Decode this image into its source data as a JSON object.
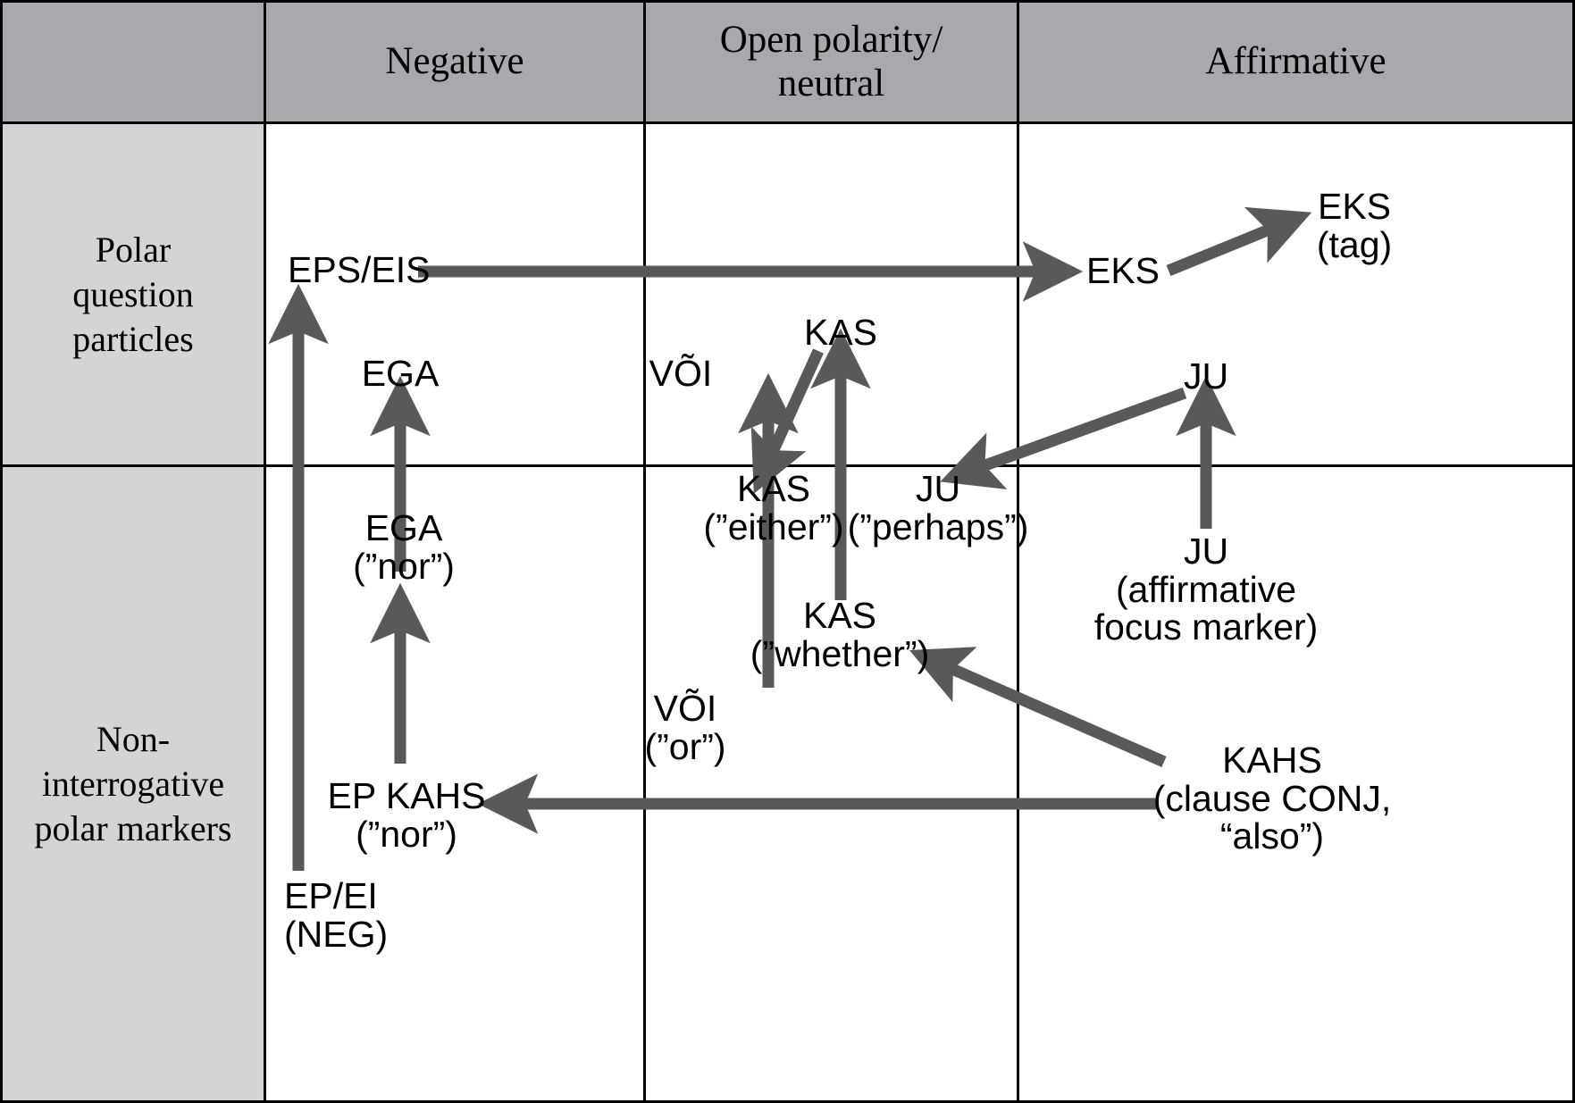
{
  "table": {
    "columns": [
      {
        "id": "stub",
        "label": ""
      },
      {
        "id": "neg",
        "label": "Negative"
      },
      {
        "id": "open",
        "label": "Open polarity/\nneutral"
      },
      {
        "id": "aff",
        "label": "Affirmative"
      }
    ],
    "rows": [
      {
        "id": "polar-question-particles",
        "label": "Polar\nquestion\nparticles"
      },
      {
        "id": "non-interrogative-polar-markers",
        "label": "Non-\ninterrogative\npolar markers"
      }
    ]
  },
  "colors": {
    "header_fill": "#a7a9ac",
    "stub_fill": "#d3d4d6",
    "cell_fill": "#ffffff",
    "border": "#000000",
    "arrow": "#58595b"
  },
  "nodes": [
    {
      "id": "eps-eis",
      "text": "EPS/EIS",
      "cell": "polar-question-particles / Negative"
    },
    {
      "id": "ega-upper",
      "text": "EGA",
      "cell": "polar-question-particles / Negative"
    },
    {
      "id": "voi-upper",
      "text": "VÕI",
      "cell": "polar-question-particles / Open polarity/neutral"
    },
    {
      "id": "kas-upper",
      "text": "KAS",
      "cell": "polar-question-particles / Open polarity/neutral"
    },
    {
      "id": "eks",
      "text": "EKS",
      "cell": "polar-question-particles / Affirmative"
    },
    {
      "id": "eks-tag",
      "text": "EKS\n(tag)",
      "cell": "polar-question-particles / Affirmative"
    },
    {
      "id": "ju-upper",
      "text": "JU",
      "cell": "polar-question-particles / Affirmative"
    },
    {
      "id": "ega-nor",
      "text": "EGA\n(”nor”)",
      "cell": "non-interrogative-polar-markers / Negative"
    },
    {
      "id": "ep-kahs-nor",
      "text": "EP KAHS\n(”nor”)",
      "cell": "non-interrogative-polar-markers / Negative"
    },
    {
      "id": "ep-ei-neg",
      "text": "EP/EI\n(NEG)",
      "cell": "non-interrogative-polar-markers / Negative"
    },
    {
      "id": "kas-either",
      "text": "KAS\n(”either”)",
      "cell": "non-interrogative-polar-markers / Open polarity/neutral"
    },
    {
      "id": "kas-whether",
      "text": "KAS\n(”whether”)",
      "cell": "non-interrogative-polar-markers / Open polarity/neutral"
    },
    {
      "id": "voi-or",
      "text": "VÕI\n(”or”)",
      "cell": "non-interrogative-polar-markers / Open polarity/neutral"
    },
    {
      "id": "ju-perhaps",
      "text": "JU\n(”perhaps”)",
      "cell": "non-interrogative-polar-markers / Open polarity/neutral"
    },
    {
      "id": "ju-affirmative",
      "text": "JU\n(affirmative\nfocus marker)",
      "cell": "non-interrogative-polar-markers / Affirmative"
    },
    {
      "id": "kahs-clause-conj",
      "text": "KAHS\n(clause CONJ,\n“also”)",
      "cell": "non-interrogative-polar-markers / Affirmative"
    }
  ],
  "arrows": [
    {
      "id": "eps-eis-to-eks",
      "from": "EPS/EIS",
      "to": "EKS",
      "direction": "right"
    },
    {
      "id": "eks-to-eks-tag",
      "from": "EKS",
      "to": "EKS (tag)",
      "direction": "up-right"
    },
    {
      "id": "ep-ei-to-eps-eis",
      "from": "EP/EI (NEG)",
      "to": "EPS/EIS",
      "direction": "up"
    },
    {
      "id": "ega-nor-to-ega",
      "from": "EGA (”nor”)",
      "to": "EGA",
      "direction": "up"
    },
    {
      "id": "ep-kahs-to-ega-nor",
      "from": "EP KAHS (”nor”)",
      "to": "EGA (”nor”)",
      "direction": "up"
    },
    {
      "id": "voi-or-to-voi",
      "from": "VÕI (”or”)",
      "to": "VÕI",
      "direction": "up"
    },
    {
      "id": "kas-to-kas-either",
      "from": "KAS",
      "to": "KAS (”either”)",
      "direction": "down-left"
    },
    {
      "id": "kas-whether-to-kas",
      "from": "KAS (”whether”)",
      "to": "KAS",
      "direction": "up"
    },
    {
      "id": "ju-upper-to-ju-perhaps",
      "from": "JU",
      "to": "JU (”perhaps”)",
      "direction": "down-left"
    },
    {
      "id": "ju-affirmative-to-ju-upper",
      "from": "JU (affirmative focus marker)",
      "to": "JU",
      "direction": "up"
    },
    {
      "id": "kahs-to-ep-kahs",
      "from": "KAHS (clause CONJ, “also”)",
      "to": "EP KAHS (”nor”)",
      "direction": "left"
    },
    {
      "id": "kahs-to-kas-whether",
      "from": "KAHS (clause CONJ, “also”)",
      "to": "KAS (”whether”)",
      "direction": "up-left"
    }
  ]
}
